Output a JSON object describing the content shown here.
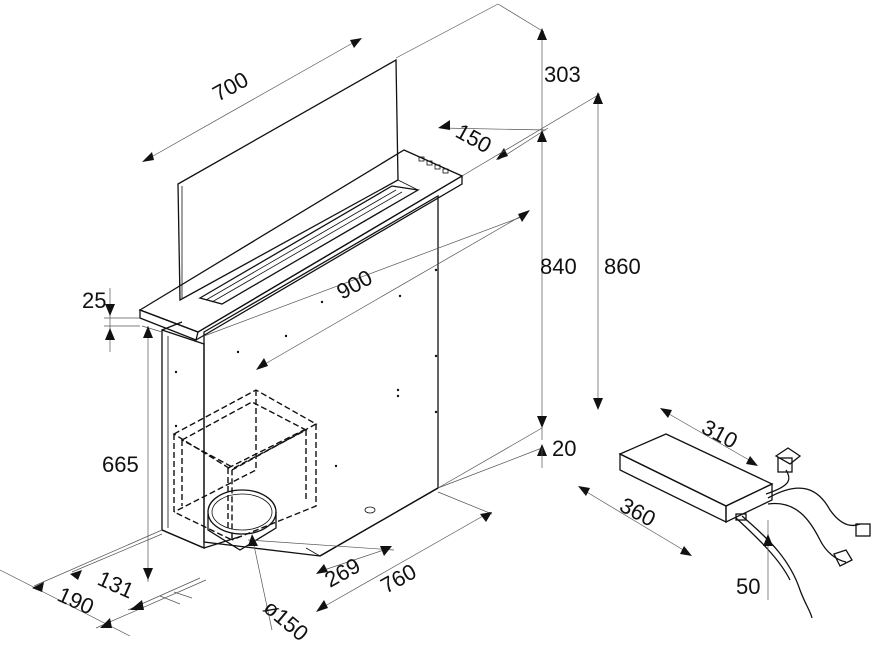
{
  "dimensions": {
    "glass_width": "700",
    "panel_depth": "150",
    "top_offset": "303",
    "height_840": "840",
    "height_860": "860",
    "counter_width": "900",
    "top_thickness": "25",
    "body_height": "665",
    "gap_20": "20",
    "width_760": "760",
    "offset_269": "269",
    "offset_131": "131",
    "offset_190": "190",
    "duct_diameter": "ø150",
    "box_length": "310",
    "box_total": "360",
    "box_height": "50"
  }
}
